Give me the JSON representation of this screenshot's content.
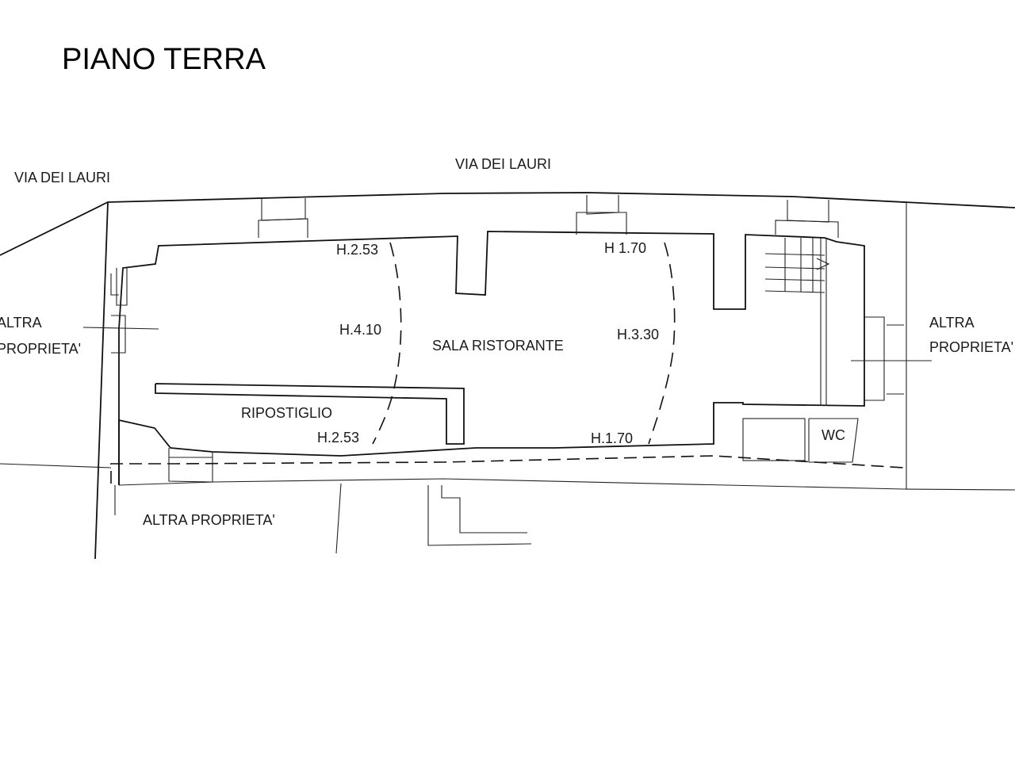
{
  "title": "PIANO TERRA",
  "streets": {
    "left": "VIA DEI LAURI",
    "top": "VIA DEI LAURI"
  },
  "neighbors": {
    "left_line1": "ALTRA",
    "left_line2": "PROPRIETA'",
    "right_line1": "ALTRA",
    "right_line2": "PROPRIETA'",
    "bottom": "ALTRA PROPRIETA'"
  },
  "rooms": {
    "main": "SALA RISTORANTE",
    "storage": "RIPOSTIGLIO",
    "wc": "WC"
  },
  "heights": {
    "h_top_left": "H.2.53",
    "h_top_right": "H 1.70",
    "h_mid_left": "H.4.10",
    "h_mid_right": "H.3.30",
    "h_storage": "H.2.53",
    "h_bottom_right": "H.1.70"
  },
  "colors": {
    "line": "#111111",
    "background": "#ffffff"
  }
}
